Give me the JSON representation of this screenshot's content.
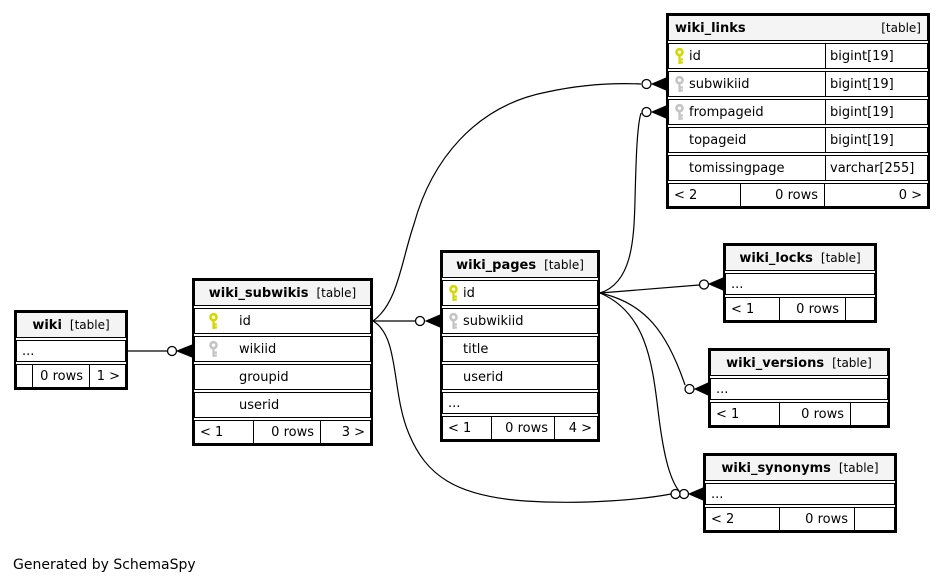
{
  "note": "Generated by SchemaSpy",
  "colors": {
    "header_bg": "#f4f4f4",
    "border": "#000000",
    "pk_key": "#d6d600",
    "fk_key": "#c4c4c4"
  },
  "tables": {
    "wiki_links": {
      "name": "wiki_links",
      "tag": "[table]",
      "columns": [
        {
          "icon": "pk-key-icon",
          "name": "id",
          "type": "bigint[19]"
        },
        {
          "icon": "fk-key-icon",
          "name": "subwikiid",
          "type": "bigint[19]"
        },
        {
          "icon": "fk-key-icon",
          "name": "frompageid",
          "type": "bigint[19]"
        },
        {
          "icon": "",
          "name": "topageid",
          "type": "bigint[19]"
        },
        {
          "icon": "",
          "name": "tomissingpage",
          "type": "varchar[255]"
        }
      ],
      "footer": [
        "< 2",
        "0 rows",
        "0 >"
      ]
    },
    "wiki_pages": {
      "name": "wiki_pages",
      "tag": "[table]",
      "columns": [
        {
          "icon": "pk-key-icon",
          "name": "id"
        },
        {
          "icon": "fk-key-icon",
          "name": "subwikiid"
        },
        {
          "icon": "",
          "name": "title"
        },
        {
          "icon": "",
          "name": "userid"
        }
      ],
      "ellipsis": "...",
      "footer": [
        "< 1",
        "0 rows",
        "4 >"
      ]
    },
    "wiki_subwikis": {
      "name": "wiki_subwikis",
      "tag": "[table]",
      "columns": [
        {
          "icon": "pk-key-icon",
          "name": "id"
        },
        {
          "icon": "fk-key-icon",
          "name": "wikiid"
        },
        {
          "icon": "",
          "name": "groupid"
        },
        {
          "icon": "",
          "name": "userid"
        }
      ],
      "footer": [
        "< 1",
        "0 rows",
        "3 >"
      ]
    },
    "wiki": {
      "name": "wiki",
      "tag": "[table]",
      "ellipsis": "...",
      "footer": [
        "",
        "0 rows",
        "1 >"
      ]
    },
    "wiki_locks": {
      "name": "wiki_locks",
      "tag": "[table]",
      "ellipsis": "...",
      "footer": [
        "< 1",
        "0 rows",
        ""
      ]
    },
    "wiki_versions": {
      "name": "wiki_versions",
      "tag": "[table]",
      "ellipsis": "...",
      "footer": [
        "< 1",
        "0 rows",
        ""
      ]
    },
    "wiki_synonyms": {
      "name": "wiki_synonyms",
      "tag": "[table]",
      "ellipsis": "...",
      "footer": [
        "< 2",
        "0 rows",
        ""
      ]
    }
  }
}
